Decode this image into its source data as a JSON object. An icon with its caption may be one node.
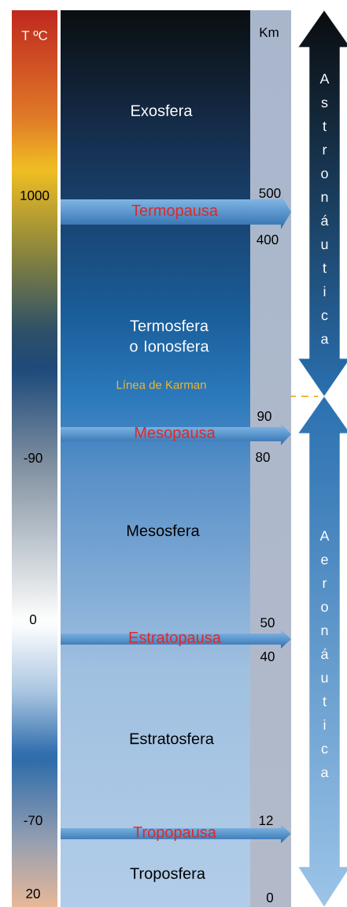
{
  "diagram": {
    "nodes": [
      {
        "text": [
          "T ºC"
        ]
      },
      {
        "text": [
          "Km"
        ]
      },
      {
        "text": [
          "Exosfera",
          "Termosfera o Ionosfera",
          "Mesosfera",
          "Estratosfera",
          "Troposfera"
        ]
      },
      {
        "text": [
          "Termopausa"
        ]
      },
      {
        "text": [
          "Mesopausa"
        ]
      },
      {
        "text": [
          "Estratopausa"
        ]
      },
      {
        "text": [
          "Tropopausa"
        ]
      },
      {
        "text": [
          "Astronáutica"
        ]
      },
      {
        "text": [
          "Aeronáutica"
        ]
      }
    ],
    "labels": [
      "1000",
      "500",
      "400",
      "Línea de Karman",
      "90",
      "-90",
      "80",
      "0",
      "50",
      "40",
      "-70",
      "12",
      "20",
      "0"
    ]
  }
}
